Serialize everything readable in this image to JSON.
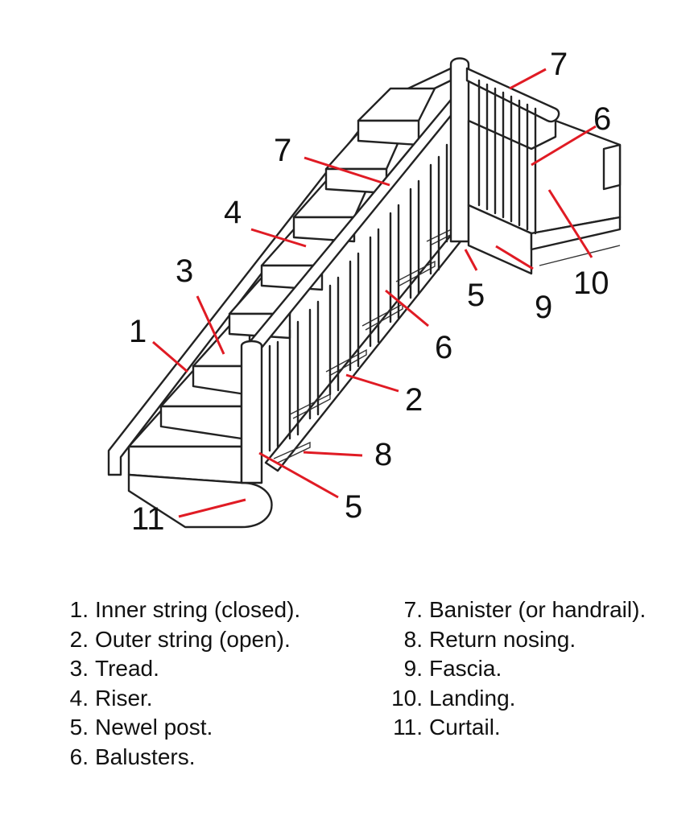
{
  "colors": {
    "leader": "#e01b24",
    "ink": "#222222"
  },
  "callouts": {
    "c1": "1",
    "c2": "2",
    "c3": "3",
    "c4": "4",
    "c5a": "5",
    "c5b": "5",
    "c6a": "6",
    "c6b": "6",
    "c7a": "7",
    "c7b": "7",
    "c8": "8",
    "c9": "9",
    "c10": "10",
    "c11": "11"
  },
  "legend": [
    {
      "num": "1.",
      "label": "Inner string (closed)."
    },
    {
      "num": "2.",
      "label": "Outer string (open)."
    },
    {
      "num": "3.",
      "label": "Tread."
    },
    {
      "num": "4.",
      "label": "Riser."
    },
    {
      "num": "5.",
      "label": "Newel post."
    },
    {
      "num": "6.",
      "label": "Balusters."
    },
    {
      "num": "7.",
      "label": "Banister (or handrail)."
    },
    {
      "num": "8.",
      "label": "Return nosing."
    },
    {
      "num": "9.",
      "label": "Fascia."
    },
    {
      "num": "10.",
      "label": "Landing."
    },
    {
      "num": "11.",
      "label": "Curtail."
    }
  ]
}
